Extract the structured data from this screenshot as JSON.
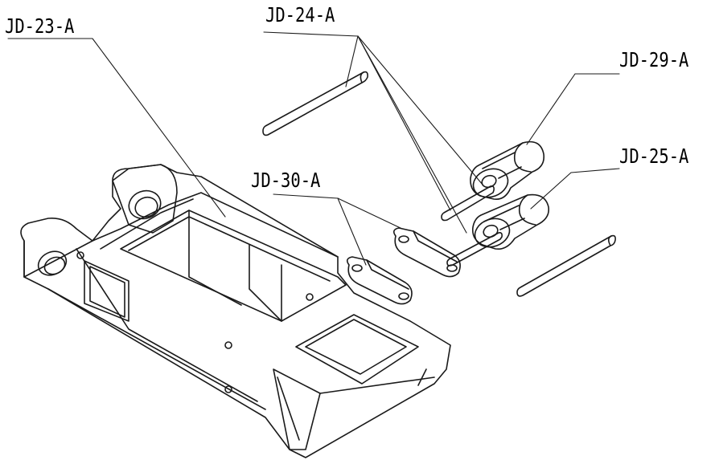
{
  "labels": {
    "arm_body": "JD-23-A",
    "pins": "JD-24-A",
    "roller_upper": "JD-29-A",
    "roller_lower": "JD-25-A",
    "link_plates": "JD-30-A"
  },
  "colors": {
    "line": "#1a1a1a",
    "background": "#ffffff"
  }
}
